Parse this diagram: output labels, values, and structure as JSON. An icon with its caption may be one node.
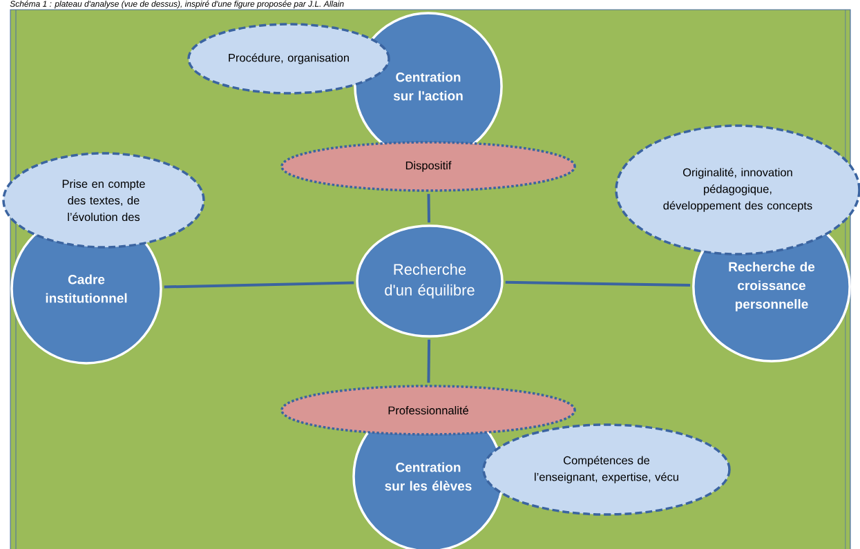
{
  "diagram": {
    "title": "Schéma 1 : plateau d'analyse (vue de dessus), inspiré d'une figure proposée par J.L. Allain",
    "nodes": [
      {
        "text": [
          "Centration sur l'action"
        ]
      },
      {
        "text": [
          "Procédure, organisation"
        ]
      },
      {
        "text": [
          "Dispositif"
        ]
      },
      {
        "text": [
          "Originalité, innovation pédagogique, développement des concepts"
        ]
      },
      {
        "text": [
          "Prise en compte des textes, de l’évolution des"
        ]
      },
      {
        "text": [
          "Cadre institutionnel"
        ]
      },
      {
        "text": [
          "Recherche d'un équilibre"
        ]
      },
      {
        "text": [
          "Recherche de croissance personnelle"
        ]
      },
      {
        "text": [
          "Professionnalité"
        ]
      },
      {
        "text": [
          "Centration sur les élèves"
        ]
      },
      {
        "text": [
          "Compétences de l’enseignant, expertise, vécu"
        ]
      }
    ],
    "edges": [
      {
        "from": 6,
        "to": 2,
        "arrow": "none"
      },
      {
        "from": 6,
        "to": 8,
        "arrow": "none"
      },
      {
        "from": 6,
        "to": 5,
        "arrow": "none"
      },
      {
        "from": 6,
        "to": 7,
        "arrow": "none"
      }
    ]
  }
}
